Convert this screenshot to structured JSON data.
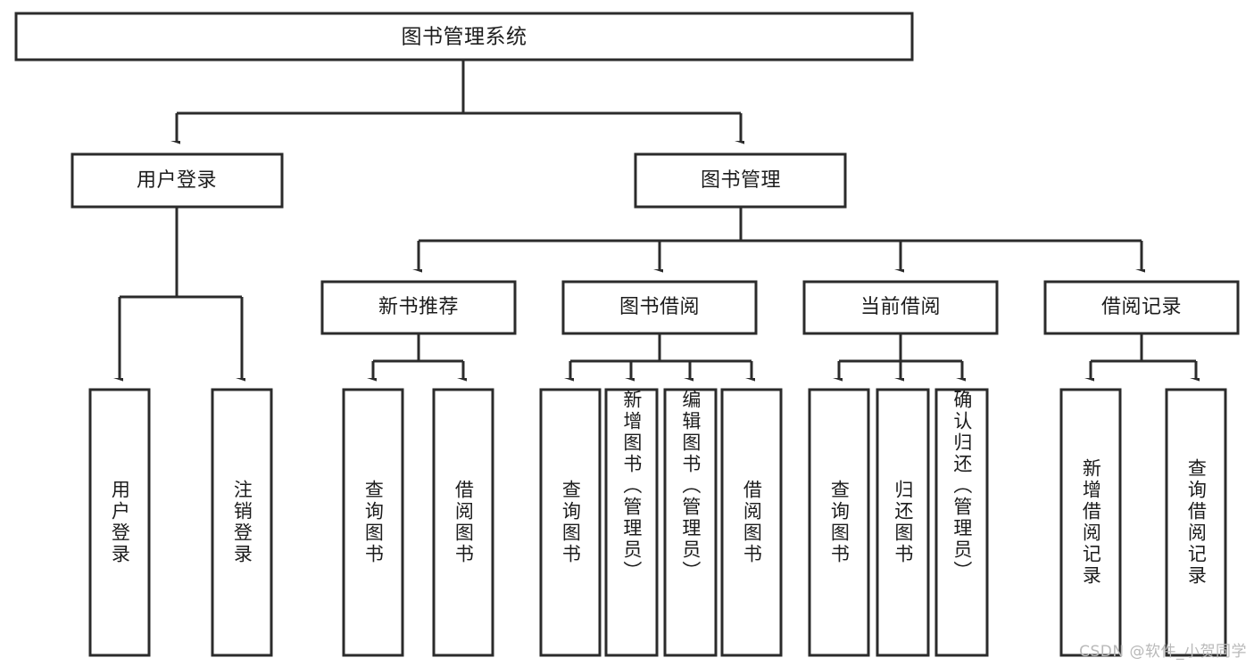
{
  "diagram": {
    "title": "图书管理系统",
    "type": "tree-hierarchy-diagram",
    "watermark": "CSDN @软件_小贺同学",
    "colors": {
      "stroke": "#2b2b2b",
      "box_fill": "#ffffff",
      "text": "#1c1c1c",
      "background": "#ffffff",
      "watermark": "#b9b9b9"
    },
    "root": {
      "label": "图书管理系统"
    },
    "level2": [
      {
        "id": "user-login",
        "label": "用户登录"
      },
      {
        "id": "book-manage",
        "label": "图书管理"
      }
    ],
    "level3": [
      {
        "id": "new-book-recommend",
        "label": "新书推荐"
      },
      {
        "id": "book-borrow",
        "label": "图书借阅"
      },
      {
        "id": "current-borrow",
        "label": "当前借阅"
      },
      {
        "id": "borrow-record",
        "label": "借阅记录"
      }
    ],
    "leaves": {
      "user_login": [
        {
          "id": "leaf-user-login",
          "label": "用户登录"
        },
        {
          "id": "leaf-logout-login",
          "label": "注销登录"
        }
      ],
      "new_book_recommend": [
        {
          "id": "leaf-query-book-1",
          "label": "查询图书"
        },
        {
          "id": "leaf-borrow-book-1",
          "label": "借阅图书"
        }
      ],
      "book_borrow": [
        {
          "id": "leaf-query-book-2",
          "label": "查询图书"
        },
        {
          "id": "leaf-add-book",
          "label": "新增图书（管理员）"
        },
        {
          "id": "leaf-edit-book",
          "label": "编辑图书（管理员）"
        },
        {
          "id": "leaf-borrow-book-2",
          "label": "借阅图书"
        }
      ],
      "current_borrow": [
        {
          "id": "leaf-query-book-3",
          "label": "查询图书"
        },
        {
          "id": "leaf-return-book",
          "label": "归还图书"
        },
        {
          "id": "leaf-confirm-return",
          "label": "确认归还（管理员）"
        }
      ],
      "borrow_record": [
        {
          "id": "leaf-add-record",
          "label": "新增借阅记录"
        },
        {
          "id": "leaf-query-record",
          "label": "查询借阅记录"
        }
      ]
    }
  }
}
